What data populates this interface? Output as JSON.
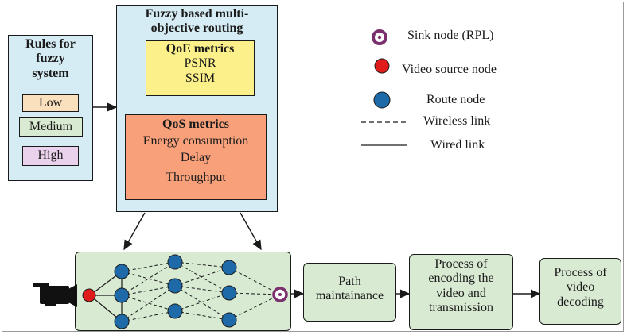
{
  "rules": {
    "title_lines": [
      "Rules for",
      "fuzzy",
      "system"
    ],
    "levels": [
      "Low",
      "Medium",
      "High"
    ]
  },
  "routing": {
    "title_lines": [
      "Fuzzy based multi-",
      "objective routing"
    ],
    "qoe": {
      "title": "QoE metrics",
      "items": [
        "PSNR",
        "SSIM"
      ]
    },
    "qos": {
      "title": "QoS metrics",
      "items": [
        "Energy consumption",
        "Delay",
        "Throughput"
      ]
    }
  },
  "legend": {
    "sink": "Sink node (RPL)",
    "source": "Video source node",
    "route": "Route node",
    "wireless": "Wireless link",
    "wired": "Wired link"
  },
  "pipeline": {
    "path": [
      "Path",
      "maintainance"
    ],
    "encoding": [
      "Process of",
      "encoding the",
      "video and",
      "transmission"
    ],
    "decoding": [
      "Process of",
      "video",
      "decoding"
    ]
  },
  "colors": {
    "light_blue": "#d6ecf5",
    "yellow": "#fbf08a",
    "orange": "#f8a07a",
    "light_green": "#d9ead3",
    "peach": "#fbe0bd",
    "pink": "#ead1ec",
    "route_node": "#1e6aa8",
    "source_node": "#e01b1b",
    "sink_node": "#7b2f6e"
  }
}
